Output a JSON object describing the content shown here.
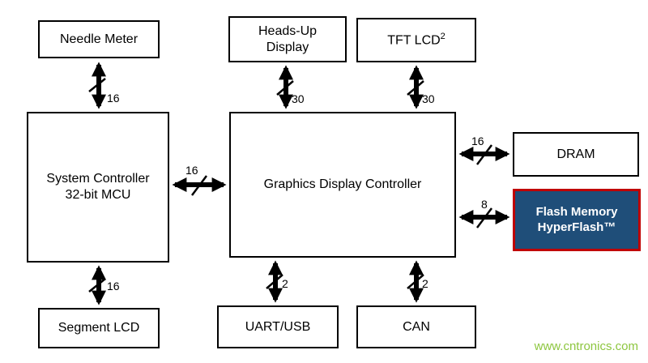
{
  "nodes": {
    "needle_meter": {
      "label": "Needle Meter"
    },
    "heads_up_display": {
      "label": "Heads-Up Display"
    },
    "tft_lcd": {
      "label": "TFT LCD",
      "sup": "2"
    },
    "system_controller": {
      "line1": "System Controller",
      "line2": "32-bit MCU"
    },
    "graphics_display_controller": {
      "label": "Graphics Display Controller"
    },
    "dram": {
      "label": "DRAM"
    },
    "flash": {
      "line1": "Flash Memory",
      "line2": "HyperFlash™"
    },
    "segment_lcd": {
      "label": "Segment LCD"
    },
    "uart_usb": {
      "label": "UART/USB"
    },
    "can": {
      "label": "CAN"
    }
  },
  "buses": {
    "needle_meter": "16",
    "heads_up_display": "30",
    "tft_lcd": "30",
    "system_to_gdc": "16",
    "dram": "16",
    "flash": "8",
    "segment_lcd": "16",
    "uart_usb": "2",
    "can": "2"
  },
  "colors": {
    "flash_background": "#1f4e79",
    "flash_border": "#c00000",
    "watermark": "#8dc63f"
  },
  "watermark": "www.cntronics.com"
}
